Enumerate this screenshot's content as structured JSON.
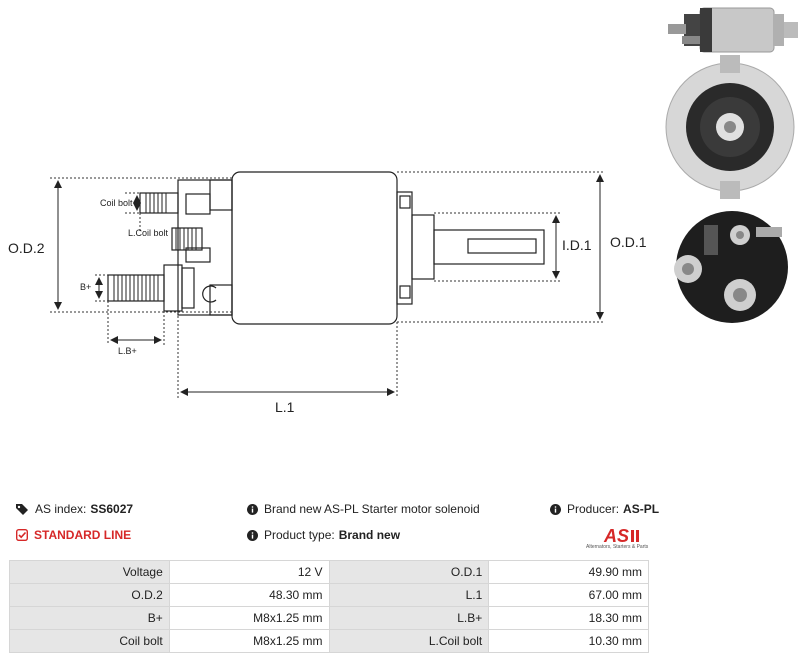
{
  "drawing": {
    "labels": {
      "od2": "O.D.2",
      "od1": "O.D.1",
      "id1": "I.D.1",
      "l1": "L.1",
      "coil_bolt": "Coil bolt",
      "l_coil_bolt": "L.Coil bolt",
      "b_plus": "B+",
      "l_b_plus": "L.B+"
    }
  },
  "info": {
    "as_index_label": "AS index:",
    "as_index_value": "SS6027",
    "line_label": "STANDARD LINE",
    "description": "Brand new AS-PL Starter motor solenoid",
    "product_type_label": "Product type:",
    "product_type_value": "Brand new",
    "producer_label": "Producer:",
    "producer_value": "AS-PL",
    "logo_text": "AS",
    "logo_tagline": "Alternators, Starters & Parts"
  },
  "colors": {
    "accent_red": "#d62828",
    "line": "#222222",
    "table_label_bg": "#e6e6e6"
  },
  "specs": [
    [
      "Voltage",
      "12 V",
      "O.D.1",
      "49.90 mm"
    ],
    [
      "O.D.2",
      "48.30 mm",
      "L.1",
      "67.00 mm"
    ],
    [
      "B+",
      "M8x1.25 mm",
      "L.B+",
      "18.30 mm"
    ],
    [
      "Coil bolt",
      "M8x1.25 mm",
      "L.Coil bolt",
      "10.30 mm"
    ]
  ]
}
